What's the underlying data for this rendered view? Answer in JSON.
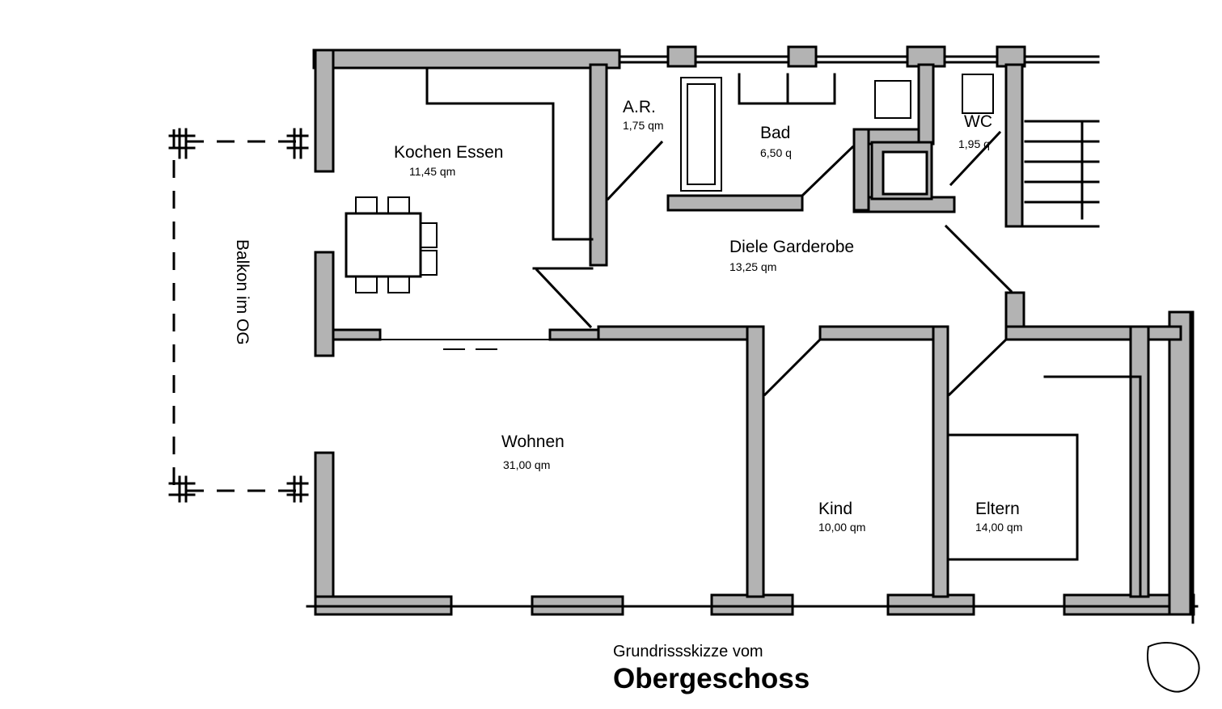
{
  "rooms": {
    "kochen": {
      "name": "Kochen Essen",
      "area": "11,45 qm"
    },
    "ar": {
      "name": "A.R.",
      "area": "1,75 qm"
    },
    "bad": {
      "name": "Bad",
      "area": "6,50 q"
    },
    "wc": {
      "name": "WC",
      "area": "1,95 q"
    },
    "diele": {
      "name": "Diele  Garderobe",
      "area": "13,25 qm"
    },
    "wohnen": {
      "name": "Wohnen",
      "area": "31,00 qm"
    },
    "kind": {
      "name": "Kind",
      "area": "10,00 qm"
    },
    "eltern": {
      "name": "Eltern",
      "area": "14,00 qm"
    }
  },
  "balkon": {
    "label": "Balkon im OG"
  },
  "caption": {
    "line1": "Grundrissskizze vom",
    "line2": "Obergeschoss"
  },
  "colors": {
    "wall_fill": "#b3b3b3",
    "line": "#000000",
    "background": "#ffffff"
  }
}
